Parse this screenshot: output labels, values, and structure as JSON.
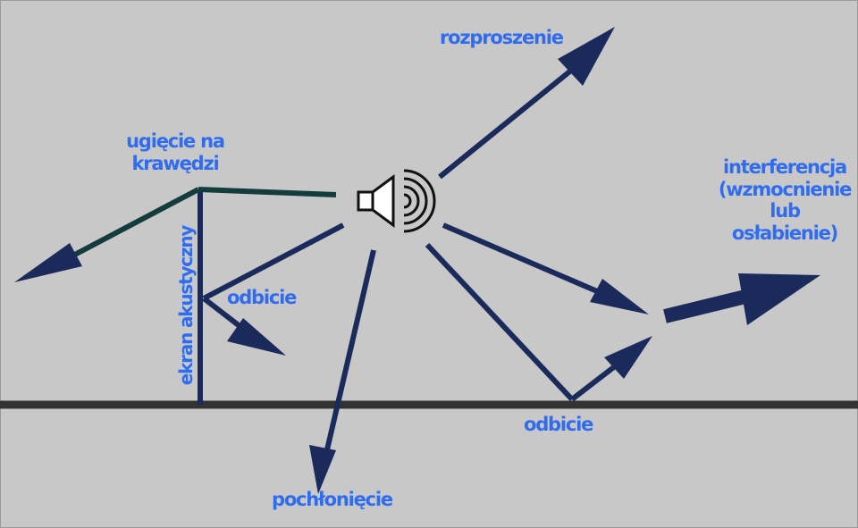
{
  "labels": {
    "rozproszenie": "rozproszenie",
    "ugiecie_line1": "ugięcie na",
    "ugiecie_line2": "krawędzi",
    "interferencja_line1": "interferencja",
    "interferencja_line2": "(wzmocnienie",
    "interferencja_line3": "lub",
    "interferencja_line4": "osłabienie)",
    "ekran": "ekran akustyczny",
    "odbicie_screen": "odbicie",
    "odbicie_ground": "odbicie",
    "pochloniecie": "pochłonięcie"
  },
  "colors": {
    "background": "#c8c8c8",
    "arrow": "#1a2a5a",
    "diffraction_line": "#143c3c",
    "ground": "#333333",
    "label": "#2f6cf0"
  },
  "icons": {
    "source": "loudspeaker-icon"
  }
}
